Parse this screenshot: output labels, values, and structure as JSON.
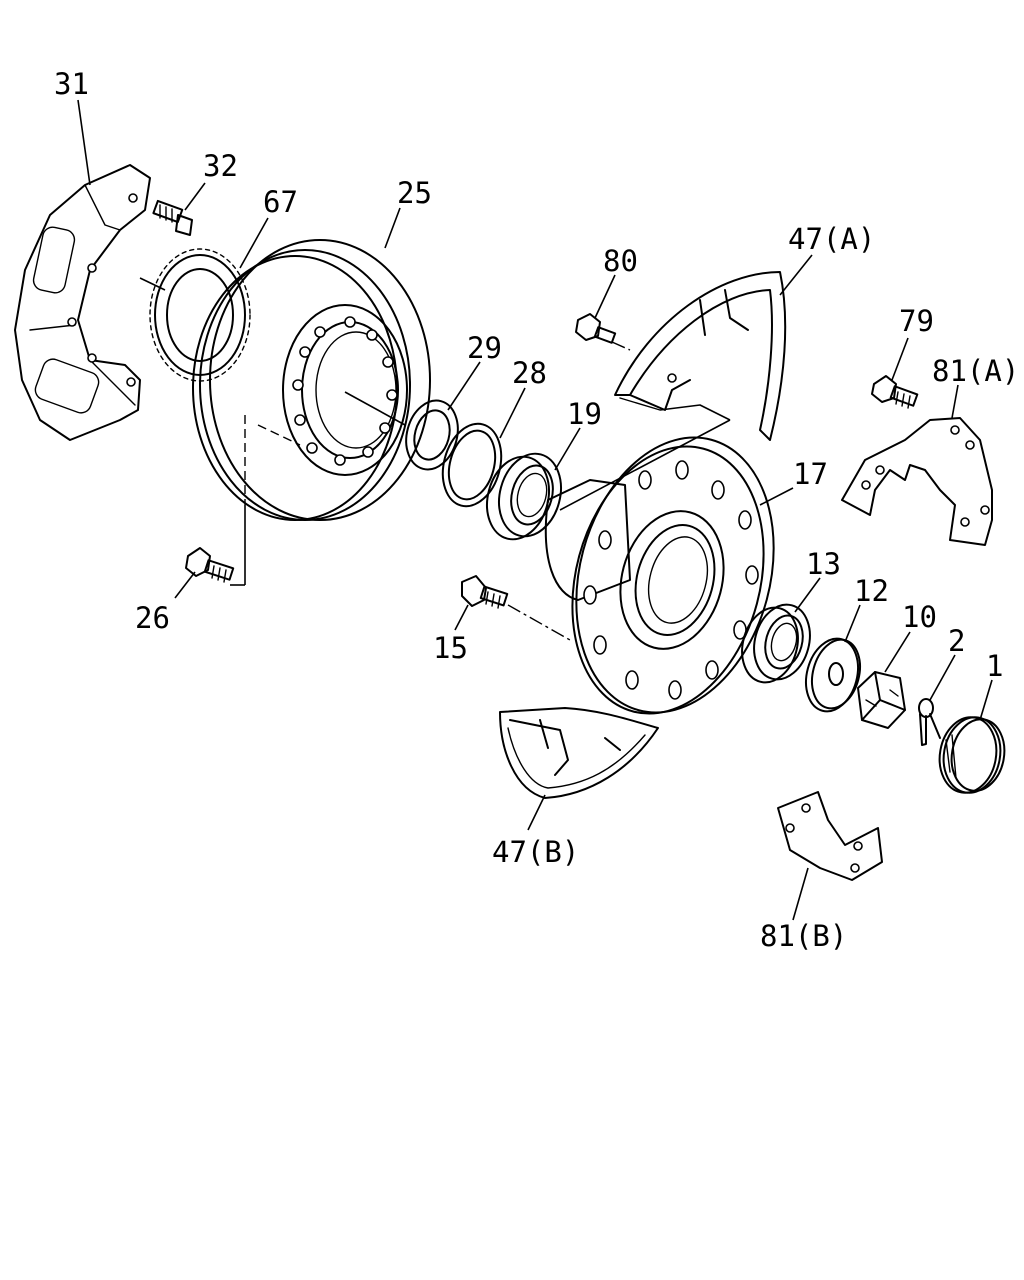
{
  "labels": {
    "p31": "31",
    "p32": "32",
    "p67": "67",
    "p25": "25",
    "p80": "80",
    "p47a": "47(A)",
    "p79": "79",
    "p81a": "81(A)",
    "p29": "29",
    "p28": "28",
    "p19": "19",
    "p17": "17",
    "p26": "26",
    "p15": "15",
    "p13": "13",
    "p12": "12",
    "p10": "10",
    "p2": "2",
    "p1": "1",
    "p47b": "47(B)",
    "p81b": "81(B)"
  }
}
